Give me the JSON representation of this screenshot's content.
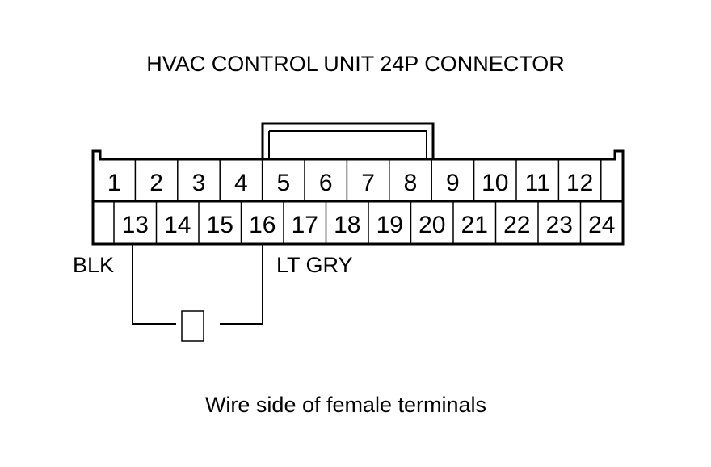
{
  "title": "HVAC CONTROL UNIT 24P CONNECTOR",
  "caption": "Wire side of female terminals",
  "connector": {
    "top_row": [
      "1",
      "2",
      "3",
      "4",
      "5",
      "6",
      "7",
      "8",
      "9",
      "10",
      "11",
      "12"
    ],
    "bottom_row": [
      "13",
      "14",
      "15",
      "16",
      "17",
      "18",
      "19",
      "20",
      "21",
      "22",
      "23",
      "24"
    ]
  },
  "wires": {
    "left_label": "BLK",
    "right_label": "LT GRY"
  },
  "colors": {
    "line": "#000000",
    "background": "#ffffff"
  }
}
